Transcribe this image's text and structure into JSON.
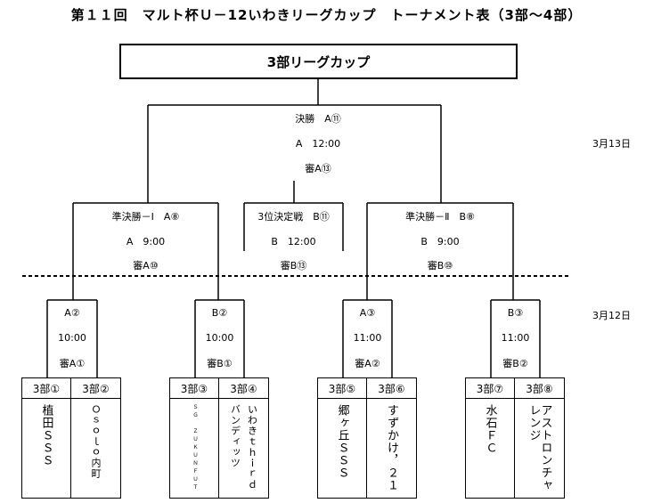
{
  "title": "第１１回　マルト杯Ｕ－12いわきリーグカップ　トーナメント表（3部～4部）",
  "champion_box": "3部リーグカップ",
  "dates": {
    "day2": "3月13日",
    "day1": "3月12日"
  },
  "final": {
    "name": "決勝　A⑪",
    "time": "A　12:00",
    "referee": "審A⑬"
  },
  "semifinal_1": {
    "name": "準決勝－Ⅰ　A⑧",
    "time": "A　9:00",
    "referee": "審A⑩"
  },
  "third_place": {
    "name": "3位決定戦　B⑪",
    "time": "B　12:00",
    "referee": "審B⑬"
  },
  "semifinal_2": {
    "name": "準決勝－Ⅱ　B⑧",
    "time": "B　9:00",
    "referee": "審B⑩"
  },
  "first_round": [
    {
      "match": "A②",
      "time": "10:00",
      "referee": "審A①"
    },
    {
      "match": "B②",
      "time": "10:00",
      "referee": "審B①"
    },
    {
      "match": "A③",
      "time": "11:00",
      "referee": "審A②"
    },
    {
      "match": "B③",
      "time": "11:00",
      "referee": "審B②"
    }
  ],
  "teams": [
    {
      "seed": "3部①",
      "name": "植田ＳＳＳ"
    },
    {
      "seed": "3部②",
      "name": "Ｏｓｏｌｏ内町"
    },
    {
      "seed": "3部③",
      "name": "ＳＧ　ＺＵＫＵＮＦＵＴ"
    },
    {
      "seed": "3部④",
      "name": "いわきｔｈｉｒｄ"
    },
    {
      "seed": "3部⑤",
      "name": "郷ヶ丘ＳＳＳ"
    },
    {
      "seed": "3部⑥",
      "name": "すずかけ，２１"
    },
    {
      "seed": "3部⑦",
      "name": "水石ＦＣ"
    },
    {
      "seed": "3部⑧",
      "name": "アストロンチャレンジ"
    }
  ],
  "teams_extra": {
    "t3_second_col": "バンディッツ"
  }
}
